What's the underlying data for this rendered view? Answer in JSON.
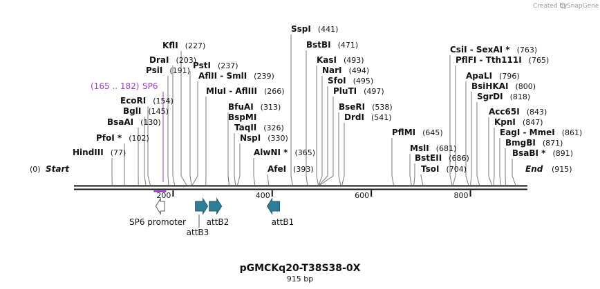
{
  "map": {
    "name": "pGMCKq20-T38S38-0X",
    "length_label": "915 bp",
    "length": 915,
    "branding": {
      "created_by": "Created by",
      "product": "SnapGene"
    }
  },
  "ruler": {
    "ticks": [
      200,
      400,
      600,
      800
    ]
  },
  "sites": [
    {
      "name": "Start",
      "pos": 0,
      "pos_label": "(0)",
      "italic": true
    },
    {
      "name": "HindIII",
      "pos": 77,
      "pos_label": "(77)"
    },
    {
      "name": "PfoI *",
      "pos": 102,
      "pos_label": "(102)"
    },
    {
      "name": "BsaAI",
      "pos": 130,
      "pos_label": "(130)"
    },
    {
      "name": "BglI",
      "pos": 145,
      "pos_label": "(145)"
    },
    {
      "name": "EcoRI",
      "pos": 154,
      "pos_label": "(154)"
    },
    {
      "name": "PsiI",
      "pos": 191,
      "pos_label": "(191)"
    },
    {
      "name": "DraI",
      "pos": 203,
      "pos_label": "(203)"
    },
    {
      "name": "KflI",
      "pos": 227,
      "pos_label": "(227)"
    },
    {
      "name": "PstI",
      "pos": 237,
      "pos_label": "(237)"
    },
    {
      "name": "AflII  -  SmlI",
      "pos": 239,
      "pos_label": "(239)"
    },
    {
      "name": "MluI  -  AflIII",
      "pos": 266,
      "pos_label": "(266)"
    },
    {
      "name": "BfuAI",
      "pos": 313,
      "pos_label": "(313)"
    },
    {
      "name": "BspMI",
      "pos": 313,
      "pos_label": ""
    },
    {
      "name": "TaqII",
      "pos": 326,
      "pos_label": "(326)"
    },
    {
      "name": "NspI",
      "pos": 330,
      "pos_label": "(330)"
    },
    {
      "name": "AlwNI *",
      "pos": 365,
      "pos_label": "(365)"
    },
    {
      "name": "AfeI",
      "pos": 393,
      "pos_label": "(393)"
    },
    {
      "name": "SspI",
      "pos": 441,
      "pos_label": "(441)"
    },
    {
      "name": "BstBI",
      "pos": 471,
      "pos_label": "(471)"
    },
    {
      "name": "KasI",
      "pos": 493,
      "pos_label": "(493)"
    },
    {
      "name": "NarI",
      "pos": 494,
      "pos_label": "(494)"
    },
    {
      "name": "SfoI",
      "pos": 495,
      "pos_label": "(495)"
    },
    {
      "name": "PluTI",
      "pos": 497,
      "pos_label": "(497)"
    },
    {
      "name": "BseRI",
      "pos": 538,
      "pos_label": "(538)"
    },
    {
      "name": "DrdI",
      "pos": 541,
      "pos_label": "(541)"
    },
    {
      "name": "PflMI",
      "pos": 645,
      "pos_label": "(645)"
    },
    {
      "name": "MslI",
      "pos": 681,
      "pos_label": "(681)"
    },
    {
      "name": "BstEII",
      "pos": 686,
      "pos_label": "(686)"
    },
    {
      "name": "TsoI",
      "pos": 704,
      "pos_label": "(704)"
    },
    {
      "name": "CsiI  -  SexAI *",
      "pos": 763,
      "pos_label": "(763)"
    },
    {
      "name": "PflFI  -  Tth111I",
      "pos": 765,
      "pos_label": "(765)"
    },
    {
      "name": "ApaLI",
      "pos": 796,
      "pos_label": "(796)"
    },
    {
      "name": "BsiHKAI",
      "pos": 800,
      "pos_label": "(800)"
    },
    {
      "name": "SgrDI",
      "pos": 818,
      "pos_label": "(818)"
    },
    {
      "name": "Acc65I",
      "pos": 843,
      "pos_label": "(843)"
    },
    {
      "name": "KpnI",
      "pos": 847,
      "pos_label": "(847)"
    },
    {
      "name": "EagI  -  MmeI",
      "pos": 861,
      "pos_label": "(861)"
    },
    {
      "name": "BmgBI",
      "pos": 871,
      "pos_label": "(871)"
    },
    {
      "name": "BsaBI *",
      "pos": 891,
      "pos_label": "(891)"
    },
    {
      "name": "End",
      "pos": 915,
      "pos_label": "(915)",
      "italic": true
    }
  ],
  "primer": {
    "name": "SP6",
    "range_label": "(165 .. 182)",
    "start": 165,
    "end": 182,
    "color": "#a239d6"
  },
  "features": [
    {
      "name": "SP6 promoter",
      "start": 165,
      "end": 183,
      "direction": "reverse",
      "fill": "#ffffff",
      "stroke": "#555555"
    },
    {
      "name": "attB3",
      "start": 245,
      "end": 270,
      "direction": "forward",
      "fill": "#2f7d96",
      "stroke": "#1f5a6c"
    },
    {
      "name": "attB2",
      "start": 273,
      "end": 298,
      "direction": "forward",
      "fill": "#2f7d96",
      "stroke": "#1f5a6c"
    },
    {
      "name": "attB1",
      "start": 390,
      "end": 415,
      "direction": "reverse",
      "fill": "#2f7d96",
      "stroke": "#1f5a6c"
    }
  ]
}
